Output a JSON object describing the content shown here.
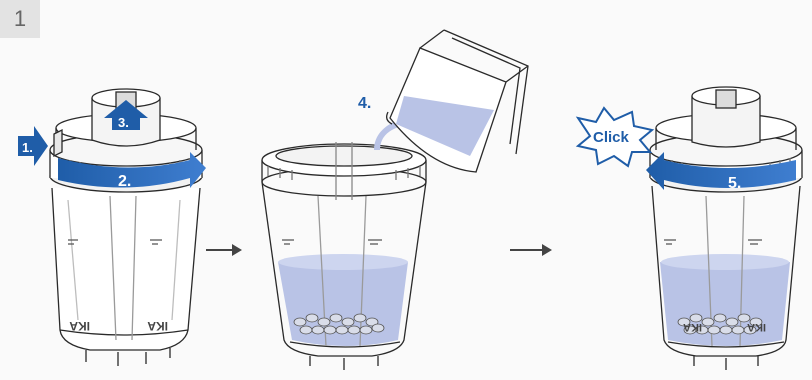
{
  "step_number": "1",
  "labels": {
    "l1": "1.",
    "l2": "2.",
    "l3": "3.",
    "l4": "4.",
    "l5": "5.",
    "click": "Click"
  },
  "colors": {
    "accent": "#1f5da8",
    "water": "#b9c3e6",
    "outline": "#2a2a2a",
    "background": "#fafafa"
  },
  "icons": [
    "arrow-right-icon",
    "rotate-arrow-icon",
    "arrow-up-icon",
    "click-burst-icon"
  ]
}
